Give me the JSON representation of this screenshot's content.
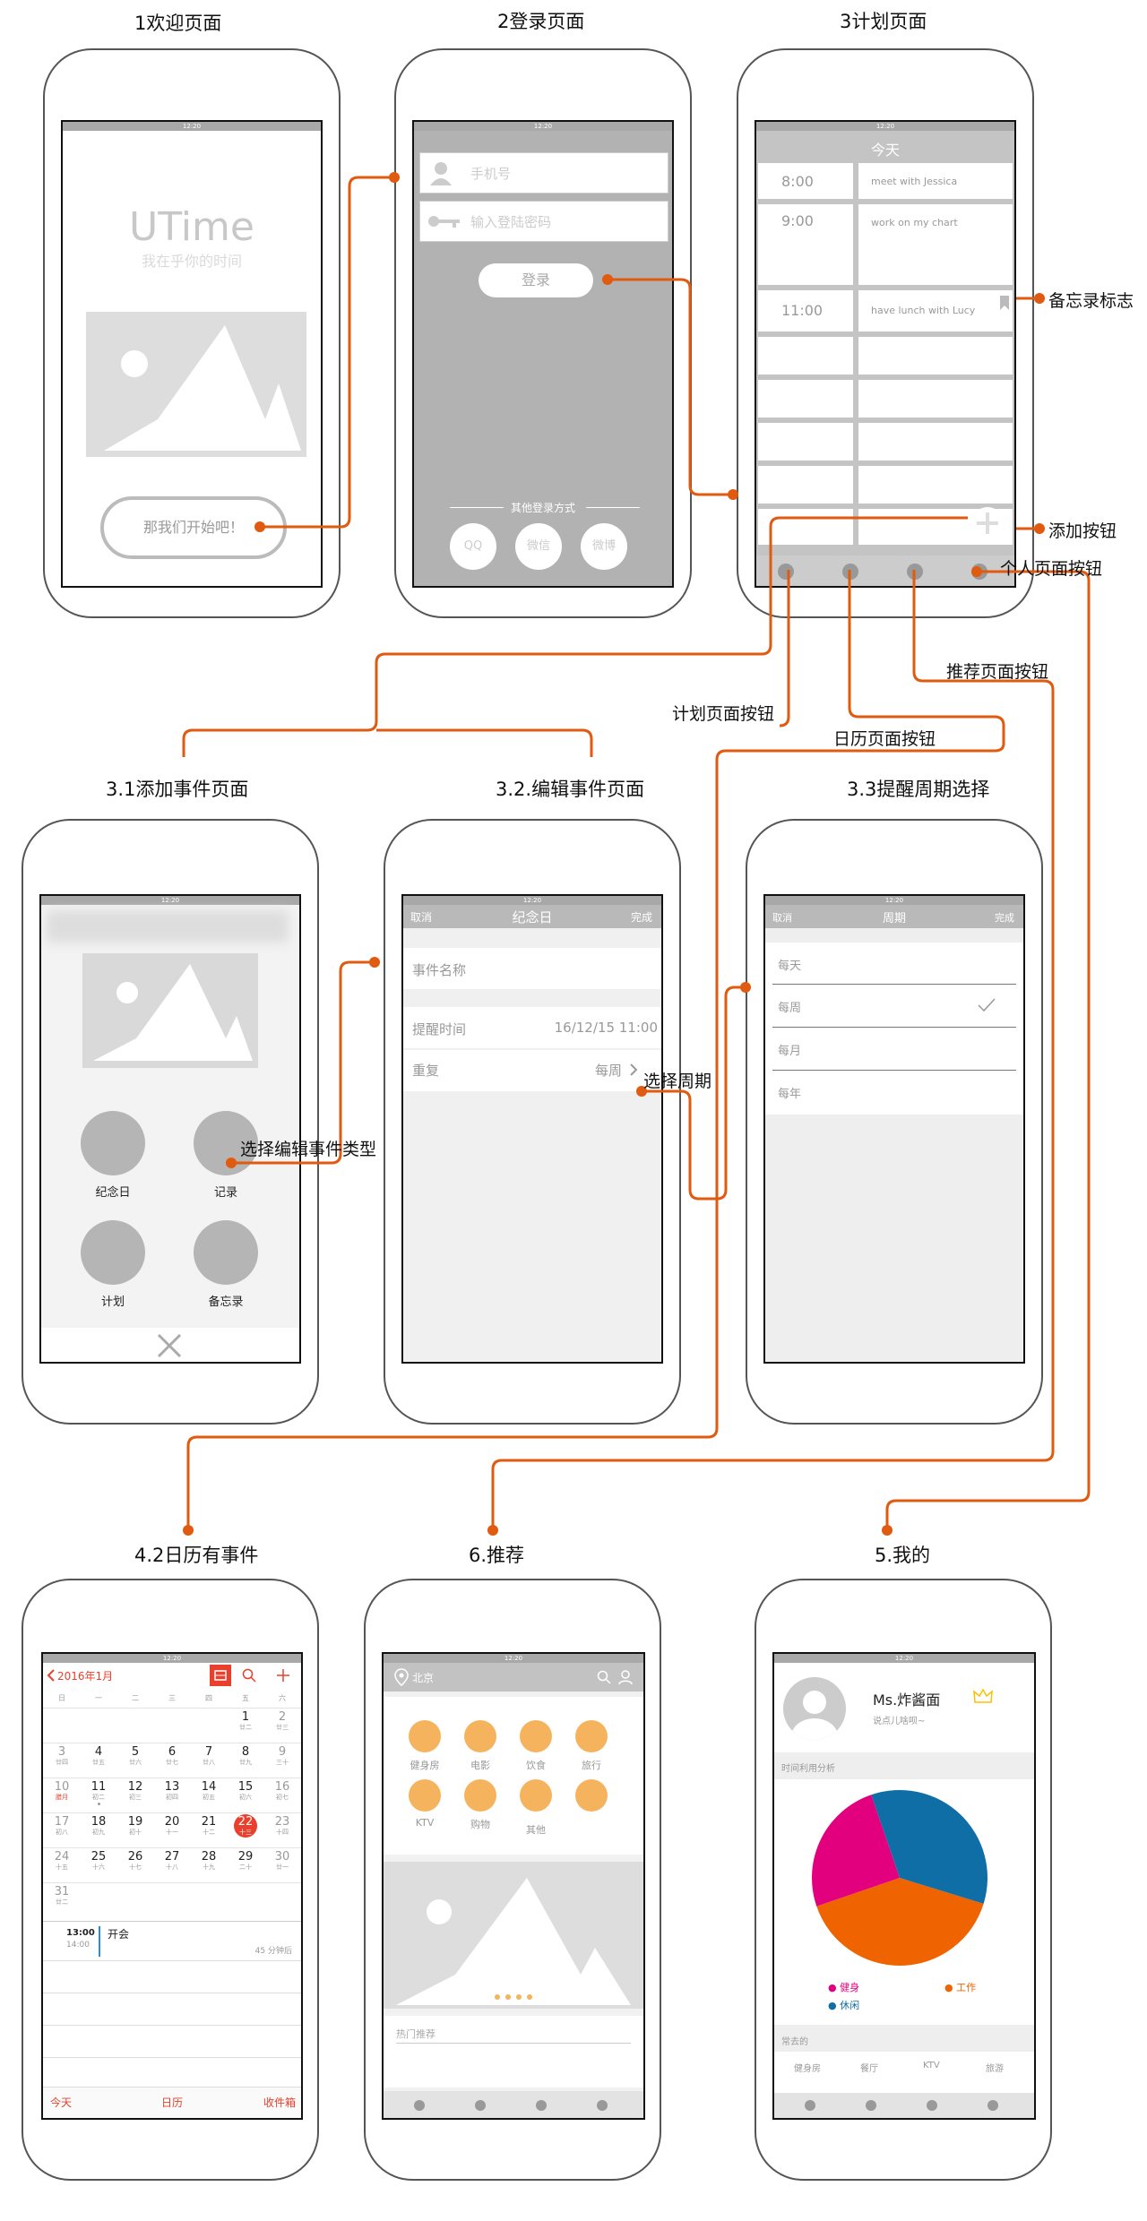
{
  "titles": {
    "welcome": "1欢迎页面",
    "login": "2登录页面",
    "plan": "3计划页面",
    "add": "3.1添加事件页面",
    "edit": "3.2.编辑事件页面",
    "cycle": "3.3提醒周期选择",
    "calendar": "4.2日历有事件",
    "recommend": "6.推荐",
    "mine": "5.我的"
  },
  "annotations": {
    "memo": "备忘录标志",
    "add_btn": "添加按钮",
    "profile_btn": "个人页面按钮",
    "recommend_btn": "推荐页面按钮",
    "plan_btn": "计划页面按钮",
    "calendar_btn": "日历页面按钮",
    "edit_type": "选择编辑事件类型",
    "cycle_select": "选择周期"
  },
  "status_time": "12:20",
  "welcome": {
    "logo": "UTime",
    "slogan": "我在乎你的时间",
    "start": "那我们开始吧！"
  },
  "login": {
    "phone": "手机号",
    "password": "输入登陆密码",
    "login": "登录",
    "other": "其他登录方式",
    "qq": "QQ",
    "wechat": "微信",
    "weibo": "微博"
  },
  "plan": {
    "header": "今天",
    "rows": [
      {
        "time": "8:00",
        "event": "meet with Jessica"
      },
      {
        "time": "9:00",
        "event": "work on my chart"
      },
      {
        "time": "11:00",
        "event": "have lunch with Lucy"
      }
    ]
  },
  "add": {
    "types": [
      "纪念日",
      "记录",
      "计划",
      "备忘录"
    ]
  },
  "edit": {
    "cancel": "取消",
    "title": "纪念日",
    "done": "完成",
    "name": "事件名称",
    "remind": "提醒时间",
    "remind_value": "16/12/15 11:00",
    "repeat": "重复",
    "repeat_value": "每周"
  },
  "cycle": {
    "cancel": "取消",
    "title": "周期",
    "done": "完成",
    "options": [
      "每天",
      "每周",
      "每月",
      "每年"
    ]
  },
  "calendar": {
    "month": "2016年1月",
    "weekdays": [
      "日",
      "一",
      "二",
      "三",
      "四",
      "五",
      "六"
    ],
    "weeks": [
      [
        [
          "",
          ""
        ],
        [
          "",
          ""
        ],
        [
          "",
          ""
        ],
        [
          "",
          ""
        ],
        [
          "",
          ""
        ],
        [
          "1",
          "廿二"
        ],
        [
          "2",
          "廿三"
        ]
      ],
      [
        [
          "3",
          "廿四"
        ],
        [
          "4",
          "廿五"
        ],
        [
          "5",
          "廿六"
        ],
        [
          "6",
          "廿七"
        ],
        [
          "7",
          "廿八"
        ],
        [
          "8",
          "廿九"
        ],
        [
          "9",
          "三十"
        ]
      ],
      [
        [
          "10",
          "腊月"
        ],
        [
          "11",
          "初二"
        ],
        [
          "12",
          "初三"
        ],
        [
          "13",
          "初四"
        ],
        [
          "14",
          "初五"
        ],
        [
          "15",
          "初六"
        ],
        [
          "16",
          "初七"
        ]
      ],
      [
        [
          "17",
          "初八"
        ],
        [
          "18",
          "初九"
        ],
        [
          "19",
          "初十"
        ],
        [
          "20",
          "十一"
        ],
        [
          "21",
          "十二"
        ],
        [
          "22",
          "十三"
        ],
        [
          "23",
          "十四"
        ]
      ],
      [
        [
          "24",
          "十五"
        ],
        [
          "25",
          "十六"
        ],
        [
          "26",
          "十七"
        ],
        [
          "27",
          "十八"
        ],
        [
          "28",
          "十九"
        ],
        [
          "29",
          "二十"
        ],
        [
          "30",
          "廿一"
        ]
      ],
      [
        [
          "31",
          "廿二"
        ],
        [
          "",
          ""
        ],
        [
          "",
          ""
        ],
        [
          "",
          ""
        ],
        [
          "",
          ""
        ],
        [
          "",
          ""
        ],
        [
          "",
          ""
        ]
      ]
    ],
    "event_start": "13:00",
    "event_end": "14:00",
    "event": "开会",
    "duration": "45 分钟后",
    "tabs": [
      "今天",
      "日历",
      "收件箱"
    ]
  },
  "recommend": {
    "city": "北京",
    "cats": [
      "健身房",
      "电影",
      "饮食",
      "旅行",
      "KTV",
      "购物",
      "其他",
      ""
    ],
    "hot": "热门推荐"
  },
  "mine": {
    "name": "Ms.炸酱面",
    "motto": "说点儿啥呗~",
    "section": "时间利用分析",
    "legend": [
      "健身",
      "工作",
      "休闲"
    ],
    "frequent": "常去的",
    "places": [
      "健身房",
      "餐厅",
      "KTV",
      "旅游"
    ]
  },
  "chart_data": {
    "type": "pie",
    "series": [
      {
        "name": "健身",
        "value": 25,
        "color": "#e3007f"
      },
      {
        "name": "工作",
        "value": 40,
        "color": "#ef6400"
      },
      {
        "name": "休闲",
        "value": 35,
        "color": "#0f6ea5"
      }
    ]
  },
  "colors": {
    "wire": "#e05a0f",
    "accent": "#e8402c",
    "orange": "#f6b35e"
  }
}
